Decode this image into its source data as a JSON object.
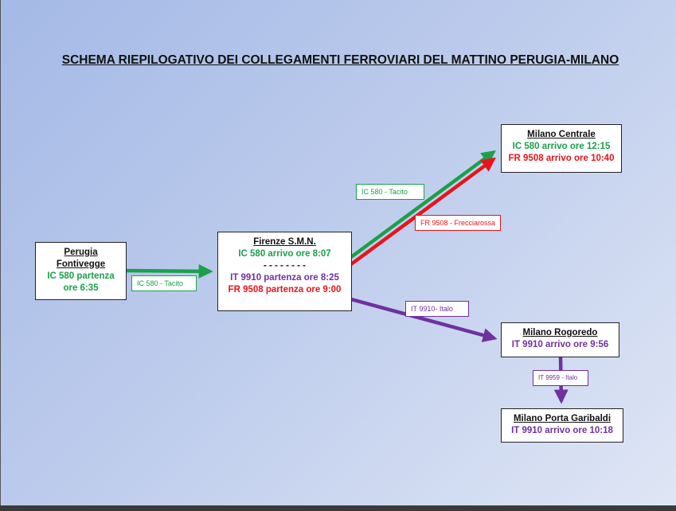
{
  "title": "SCHEMA RIEPILOGATIVO DEI COLLEGAMENTI FERROVIARI DEL MATTINO PERUGIA-MILANO",
  "colors": {
    "green": "#1aa04a",
    "red": "#e8141c",
    "purple": "#7030a0"
  },
  "nodes": {
    "perugia": {
      "name_1": "Perugia",
      "name_2": "Fontivegge",
      "line_1": "IC 580 partenza",
      "line_2": "ore 6:35"
    },
    "firenze": {
      "name": "Firenze S.M.N.",
      "line_1": "IC 580 arrivo ore 8:07",
      "separator": "- - - - - - - -",
      "line_2": "IT 9910 partenza ore 8:25",
      "line_3": "FR 9508 partenza ore 9:00"
    },
    "milano_centrale": {
      "name": "Milano Centrale",
      "line_1": "IC 580 arrivo ore 12:15",
      "line_2": "FR 9508 arrivo ore 10:40"
    },
    "milano_rogoredo": {
      "name": "Milano Rogoredo",
      "line_1": "IT 9910 arrivo ore 9:56"
    },
    "milano_garibaldi": {
      "name": "Milano Porta Garibaldi",
      "line_1": "IT 9910 arrivo ore 10:18"
    }
  },
  "edges": {
    "perugia_firenze": "IC 580 - Tacito",
    "firenze_centrale_ic": "IC 580 - Tacito",
    "firenze_centrale_fr": "FR 9508 - Frecciarossa",
    "firenze_rogoredo": "IT 9910- Italo",
    "rogoredo_garibaldi": "IT 9959 - Italo"
  }
}
